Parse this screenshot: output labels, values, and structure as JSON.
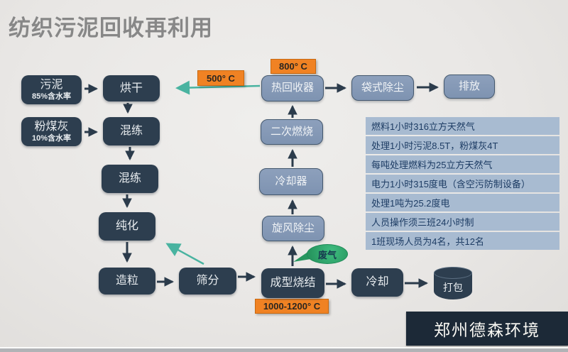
{
  "title": "纺织污泥回收再利用",
  "flow": {
    "sludge": {
      "label": "污泥",
      "sub": "85%含水率"
    },
    "drying": {
      "label": "烘干"
    },
    "fly_ash": {
      "label": "粉煤灰",
      "sub": "10%含水率"
    },
    "mixing1": {
      "label": "混练"
    },
    "mixing2": {
      "label": "混练"
    },
    "purification": {
      "label": "纯化"
    },
    "granulation": {
      "label": "造粒"
    },
    "sieving": {
      "label": "筛分"
    },
    "sintering": {
      "label": "成型烧结"
    },
    "cooling": {
      "label": "冷却"
    },
    "packing": {
      "label": "打包"
    },
    "heat_recovery": {
      "label": "热回收器"
    },
    "secondary_combustion": {
      "label": "二次燃烧"
    },
    "cooler": {
      "label": "冷却器"
    },
    "cyclone_dust": {
      "label": "旋风除尘"
    },
    "bag_dust": {
      "label": "袋式除尘"
    },
    "discharge": {
      "label": "排放"
    }
  },
  "temperature_labels": {
    "recycled_heat": "500° C",
    "heat_recovery": "800° C",
    "sintering": "1000-1200° C"
  },
  "bubble": {
    "label": "废气"
  },
  "info_panel": {
    "rows": [
      "燃料1小时316立方天然气",
      "处理1小时污泥8.5T，粉煤灰4T",
      "每吨处理燃料为25立方天然气",
      "电力1小时315度电（含空污防制设备）",
      "处理1吨为25.2度电",
      "人员操作须三班24小时制",
      "1班现场人员为4名，共12名"
    ]
  },
  "footer": {
    "brand": "郑州德森环境"
  },
  "colors": {
    "dark_node": "#2d3e4f",
    "light_node": "#8398b5",
    "temp_label": "#f08223",
    "teal_arrow": "#49b3a0",
    "waste_gas_green": "#2ca167",
    "info_row": "#a8bbd1",
    "footer_bg": "#1c2937",
    "title_text": "#878787"
  }
}
